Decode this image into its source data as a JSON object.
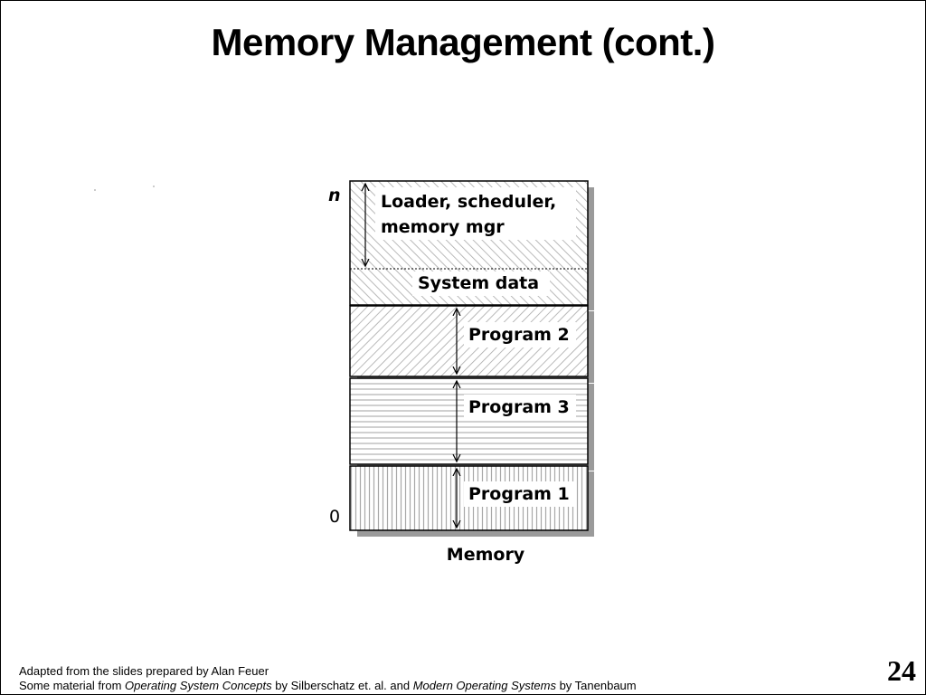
{
  "slide": {
    "title": "Memory Management (cont.)",
    "page_number": "24"
  },
  "diagram": {
    "top_label": "n",
    "bottom_label": "0",
    "caption": "Memory",
    "regions": [
      {
        "id": "loader",
        "lines": [
          "Loader, scheduler,",
          "memory mgr"
        ],
        "pattern": "diag-up"
      },
      {
        "id": "system-data",
        "lines": [
          "System data"
        ],
        "pattern": "diag-up"
      },
      {
        "id": "program-2",
        "lines": [
          "Program 2"
        ],
        "pattern": "diag-down"
      },
      {
        "id": "program-3",
        "lines": [
          "Program 3"
        ],
        "pattern": "horizontal"
      },
      {
        "id": "program-1",
        "lines": [
          "Program 1"
        ],
        "pattern": "vertical"
      }
    ]
  },
  "footer": {
    "line1": "Adapted from the slides prepared by Alan Feuer",
    "line2_prefix": "Some material from ",
    "book1": "Operating System Concepts",
    "line2_mid": " by Silberschatz et. al. and ",
    "book2": "Modern Operating Systems",
    "line2_suffix": " by Tanenbaum"
  }
}
